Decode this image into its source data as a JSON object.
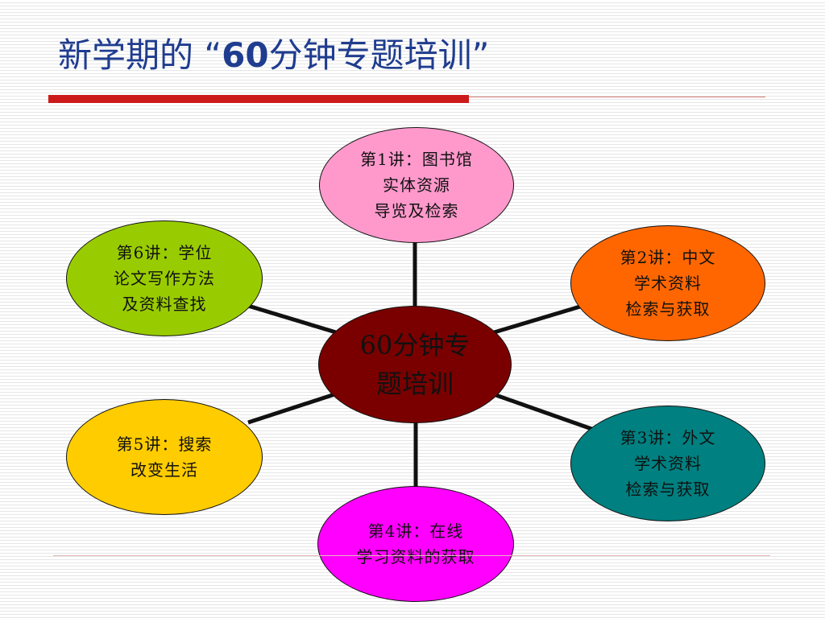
{
  "slide": {
    "title_prefix": "新学期的 “",
    "title_number": "60",
    "title_suffix": "分钟专题培训”"
  },
  "diagram": {
    "center": {
      "label": "60分钟专\n题培训",
      "color": "#7a0000"
    },
    "nodes": [
      {
        "id": "lecture-1",
        "label": "第1讲：图书馆\n实体资源\n导览及检索",
        "color": "#ff99cc"
      },
      {
        "id": "lecture-2",
        "label": "第2讲：中文\n学术资料\n检索与获取",
        "color": "#ff6600"
      },
      {
        "id": "lecture-3",
        "label": "第3讲：外文\n学术资料\n检索与获取",
        "color": "#008080"
      },
      {
        "id": "lecture-4",
        "label": "第4讲：在线\n学习资料的获取",
        "color": "#ff00ff"
      },
      {
        "id": "lecture-5",
        "label": "第5讲：搜索\n改变生活",
        "color": "#ffcc00"
      },
      {
        "id": "lecture-6",
        "label": "第6讲：学位\n论文写作方法\n及资料查找",
        "color": "#99cc00"
      }
    ]
  }
}
